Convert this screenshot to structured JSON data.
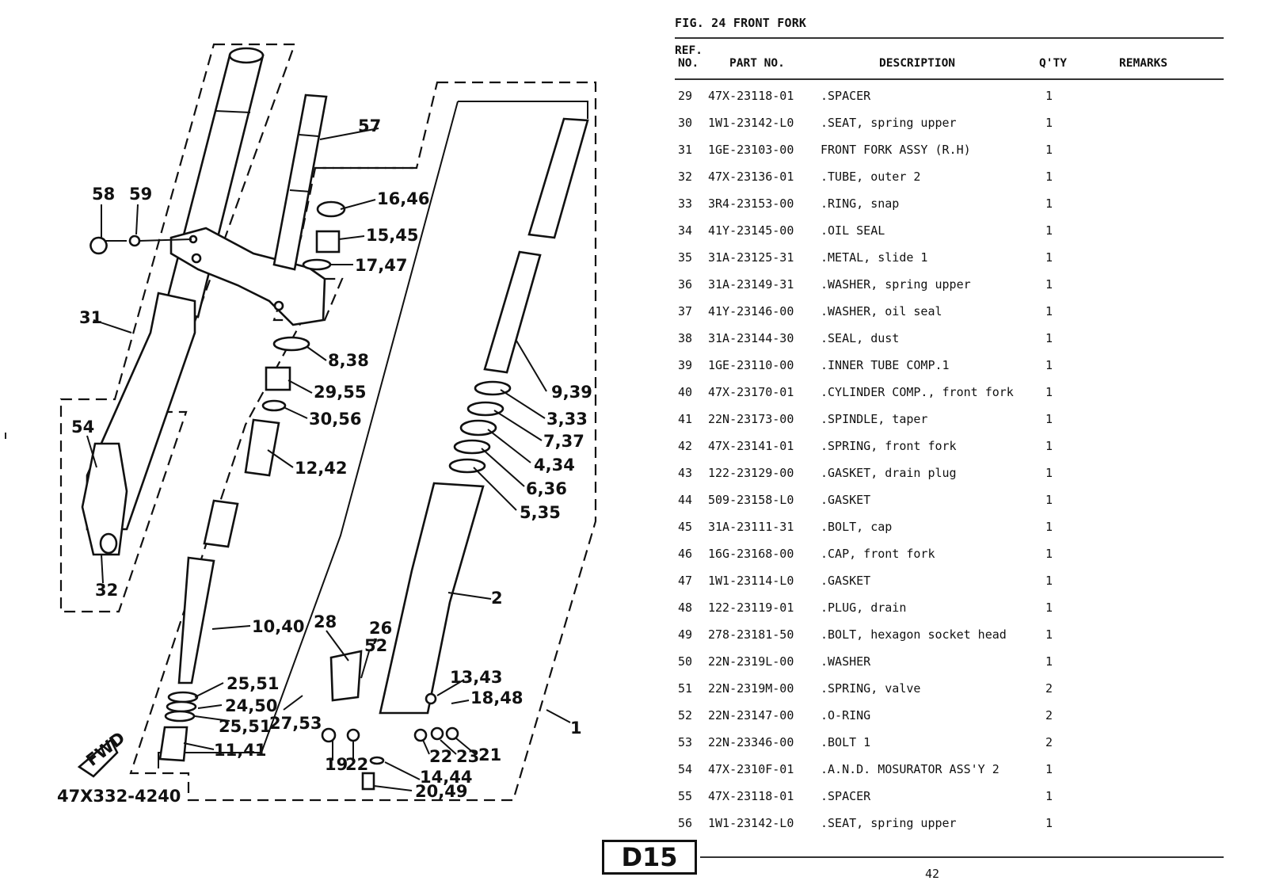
{
  "figure": {
    "title": "FIG. 24  FRONT FORK",
    "illustration_code": "47X332-4240",
    "direction_marker": "FWD"
  },
  "table": {
    "headers": {
      "ref_no_line1": "REF.",
      "ref_no_line2": "NO.",
      "part_no": "PART NO.",
      "description": "DESCRIPTION",
      "qty": "Q'TY",
      "remarks": "REMARKS"
    },
    "rows": [
      {
        "ref": "29",
        "part_no": "47X-23118-01",
        "description": ".SPACER",
        "qty": "1",
        "remarks": ""
      },
      {
        "ref": "30",
        "part_no": "1W1-23142-L0",
        "description": ".SEAT, spring upper",
        "qty": "1",
        "remarks": ""
      },
      {
        "ref": "31",
        "part_no": "1GE-23103-00",
        "description": "FRONT FORK ASSY (R.H)",
        "qty": "1",
        "remarks": ""
      },
      {
        "ref": "32",
        "part_no": "47X-23136-01",
        "description": ".TUBE, outer 2",
        "qty": "1",
        "remarks": ""
      },
      {
        "ref": "33",
        "part_no": "3R4-23153-00",
        "description": ".RING, snap",
        "qty": "1",
        "remarks": ""
      },
      {
        "ref": "34",
        "part_no": "41Y-23145-00",
        "description": ".OIL SEAL",
        "qty": "1",
        "remarks": ""
      },
      {
        "ref": "35",
        "part_no": "31A-23125-31",
        "description": ".METAL, slide 1",
        "qty": "1",
        "remarks": ""
      },
      {
        "ref": "36",
        "part_no": "31A-23149-31",
        "description": ".WASHER, spring upper",
        "qty": "1",
        "remarks": ""
      },
      {
        "ref": "37",
        "part_no": "41Y-23146-00",
        "description": ".WASHER, oil seal",
        "qty": "1",
        "remarks": ""
      },
      {
        "ref": "38",
        "part_no": "31A-23144-30",
        "description": ".SEAL, dust",
        "qty": "1",
        "remarks": ""
      },
      {
        "ref": "39",
        "part_no": "1GE-23110-00",
        "description": ".INNER TUBE COMP.1",
        "qty": "1",
        "remarks": ""
      },
      {
        "ref": "40",
        "part_no": "47X-23170-01",
        "description": ".CYLINDER COMP., front fork",
        "qty": "1",
        "remarks": ""
      },
      {
        "ref": "41",
        "part_no": "22N-23173-00",
        "description": ".SPINDLE, taper",
        "qty": "1",
        "remarks": ""
      },
      {
        "ref": "42",
        "part_no": "47X-23141-01",
        "description": ".SPRING, front fork",
        "qty": "1",
        "remarks": ""
      },
      {
        "ref": "43",
        "part_no": "122-23129-00",
        "description": ".GASKET, drain plug",
        "qty": "1",
        "remarks": ""
      },
      {
        "ref": "44",
        "part_no": "509-23158-L0",
        "description": ".GASKET",
        "qty": "1",
        "remarks": ""
      },
      {
        "ref": "45",
        "part_no": "31A-23111-31",
        "description": ".BOLT, cap",
        "qty": "1",
        "remarks": ""
      },
      {
        "ref": "46",
        "part_no": "16G-23168-00",
        "description": ".CAP, front fork",
        "qty": "1",
        "remarks": ""
      },
      {
        "ref": "47",
        "part_no": "1W1-23114-L0",
        "description": ".GASKET",
        "qty": "1",
        "remarks": ""
      },
      {
        "ref": "48",
        "part_no": "122-23119-01",
        "description": ".PLUG, drain",
        "qty": "1",
        "remarks": ""
      },
      {
        "ref": "49",
        "part_no": "278-23181-50",
        "description": ".BOLT, hexagon socket head",
        "qty": "1",
        "remarks": ""
      },
      {
        "ref": "50",
        "part_no": "22N-2319L-00",
        "description": ".WASHER",
        "qty": "1",
        "remarks": ""
      },
      {
        "ref": "51",
        "part_no": "22N-2319M-00",
        "description": ".SPRING, valve",
        "qty": "2",
        "remarks": ""
      },
      {
        "ref": "52",
        "part_no": "22N-23147-00",
        "description": ".O-RING",
        "qty": "2",
        "remarks": ""
      },
      {
        "ref": "53",
        "part_no": "22N-23346-00",
        "description": ".BOLT 1",
        "qty": "2",
        "remarks": ""
      },
      {
        "ref": "54",
        "part_no": "47X-2310F-01",
        "description": ".A.N.D. MOSURATOR ASS'Y 2",
        "qty": "1",
        "remarks": ""
      },
      {
        "ref": "55",
        "part_no": "47X-23118-01",
        "description": ".SPACER",
        "qty": "1",
        "remarks": ""
      },
      {
        "ref": "56",
        "part_no": "1W1-23142-L0",
        "description": ".SEAT, spring upper",
        "qty": "1",
        "remarks": ""
      }
    ]
  },
  "footer": {
    "section_code": "D15",
    "page_number": "42"
  },
  "callouts": {
    "c57": "57",
    "c58": "58",
    "c59": "59",
    "c16_46": "16,46",
    "c15_45": "15,45",
    "c17_47": "17,47",
    "c31": "31",
    "c8_38": "8,38",
    "c29_55": "29,55",
    "c30_56": "30,56",
    "c12_42": "12,42",
    "c54": "54",
    "c32": "32",
    "c9_39": "9,39",
    "c3_33": "3,33",
    "c7_37": "7,37",
    "c4_34": "4,34",
    "c6_36": "6,36",
    "c5_35": "5,35",
    "c2": "2",
    "c10_40": "10,40",
    "c28": "28",
    "c26": "26",
    "c26_52_comma": ",",
    "c52": "52",
    "c13_43": "13,43",
    "c18_48": "18,48",
    "c25_51a": "25,51",
    "c24_50": "24,50",
    "c25_51b": "25,51",
    "c27_53": "27,53",
    "c11_41": "11,41",
    "c19": "19",
    "c22a": "22",
    "c22b": "22",
    "c23": "23",
    "c21": "21",
    "c14_44": "14,44",
    "c20_49": "20,49",
    "c1": "1"
  }
}
